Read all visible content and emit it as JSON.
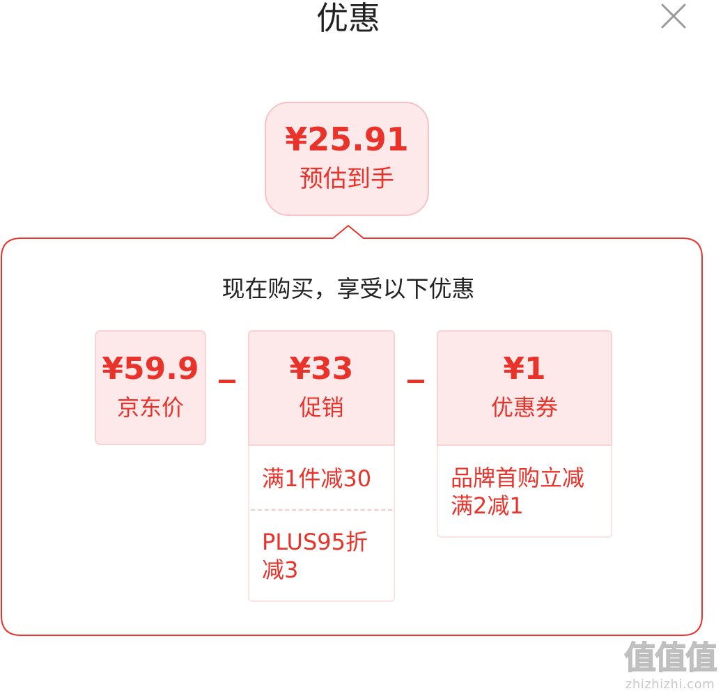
{
  "header": {
    "title": "优惠"
  },
  "estimate": {
    "amount": "¥25.91",
    "label": "预估到手"
  },
  "panel": {
    "subtitle": "现在购买，享受以下优惠",
    "jd_price": {
      "amount": "¥59.9",
      "label": "京东价"
    },
    "operator": "-",
    "promotion": {
      "amount": "¥33",
      "label": "促销",
      "items": [
        "满1件减30",
        "PLUS95折减3"
      ]
    },
    "coupon": {
      "amount": "¥1",
      "label": "优惠券",
      "items": [
        "品牌首购立减满2减1"
      ]
    }
  },
  "watermark": {
    "logo": "值值值",
    "site": "zhizhizhi.com"
  },
  "colors": {
    "accent": "#e9332a",
    "card_bg": "#fde9e9",
    "border": "#e9332a"
  },
  "icons": {
    "close": "close-icon"
  }
}
